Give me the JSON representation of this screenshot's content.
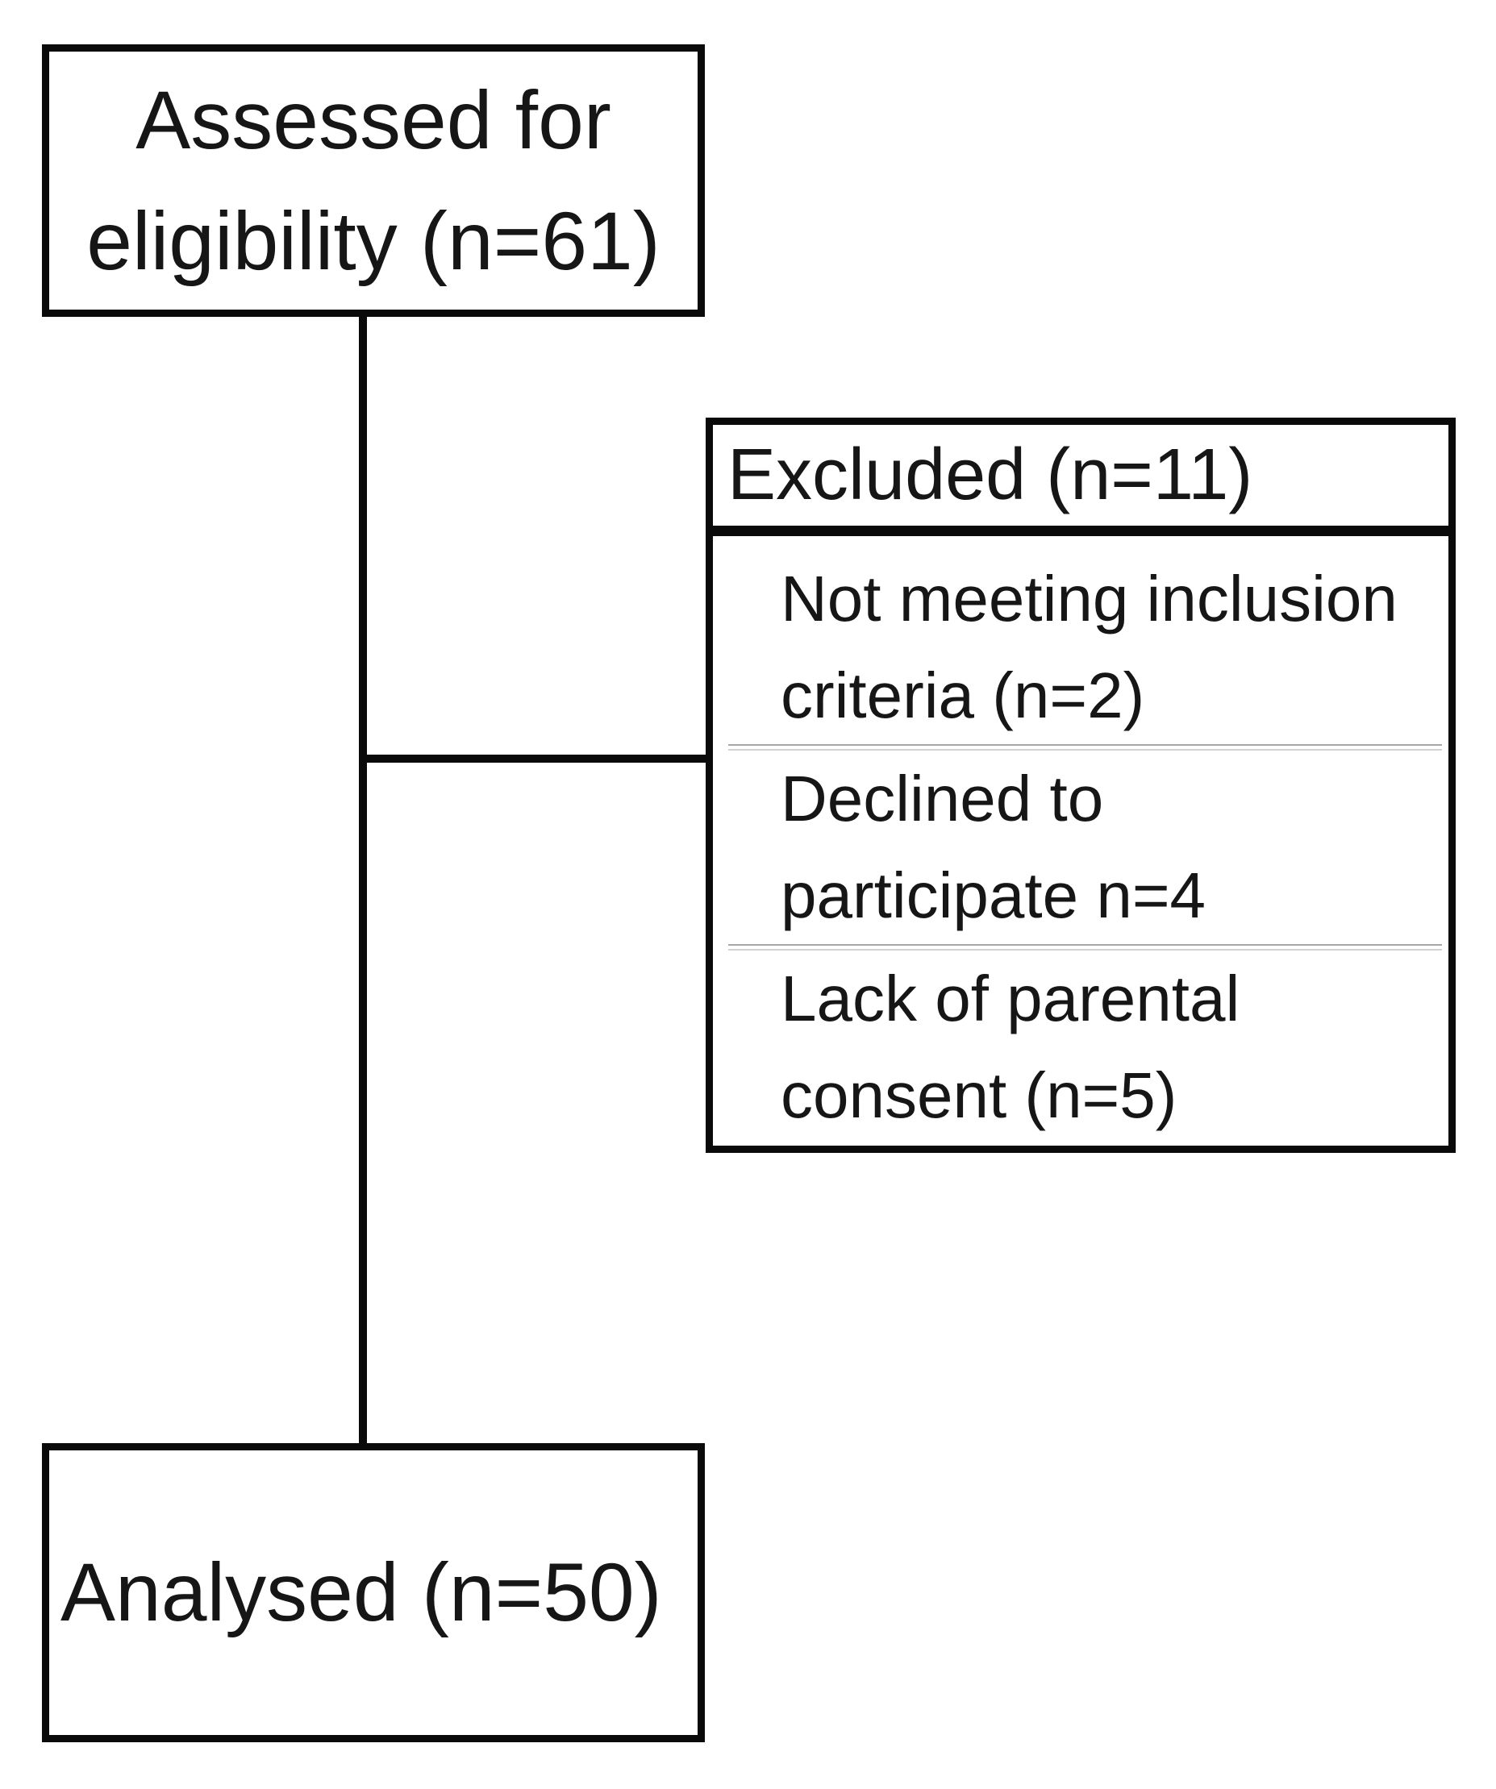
{
  "diagram": {
    "type": "participant-flow-chart",
    "boxes": {
      "assessed": {
        "label": "Assessed for eligibility (n=61)",
        "lines": [
          "Assessed for",
          "eligibility (n=61)"
        ],
        "n": 61
      },
      "excluded": {
        "header": "Excluded (n=11)",
        "n": 11,
        "items": [
          {
            "label": "Not meeting inclusion criteria (n=2)",
            "lines": [
              "Not meeting inclusion",
              "criteria (n=2)"
            ],
            "n": 2
          },
          {
            "label": "Declined to participate n=4",
            "lines": [
              "Declined to",
              "participate n=4"
            ],
            "n": 4
          },
          {
            "label": "Lack of parental consent (n=5)",
            "lines": [
              "Lack of parental",
              "consent (n=5)"
            ],
            "n": 5
          }
        ]
      },
      "analysed": {
        "label": "Analysed (n=50)",
        "n": 50
      }
    },
    "colors": {
      "line": "#0a0a0a",
      "text": "#161616",
      "separator": "#a6a6a6",
      "background": "#ffffff"
    }
  }
}
